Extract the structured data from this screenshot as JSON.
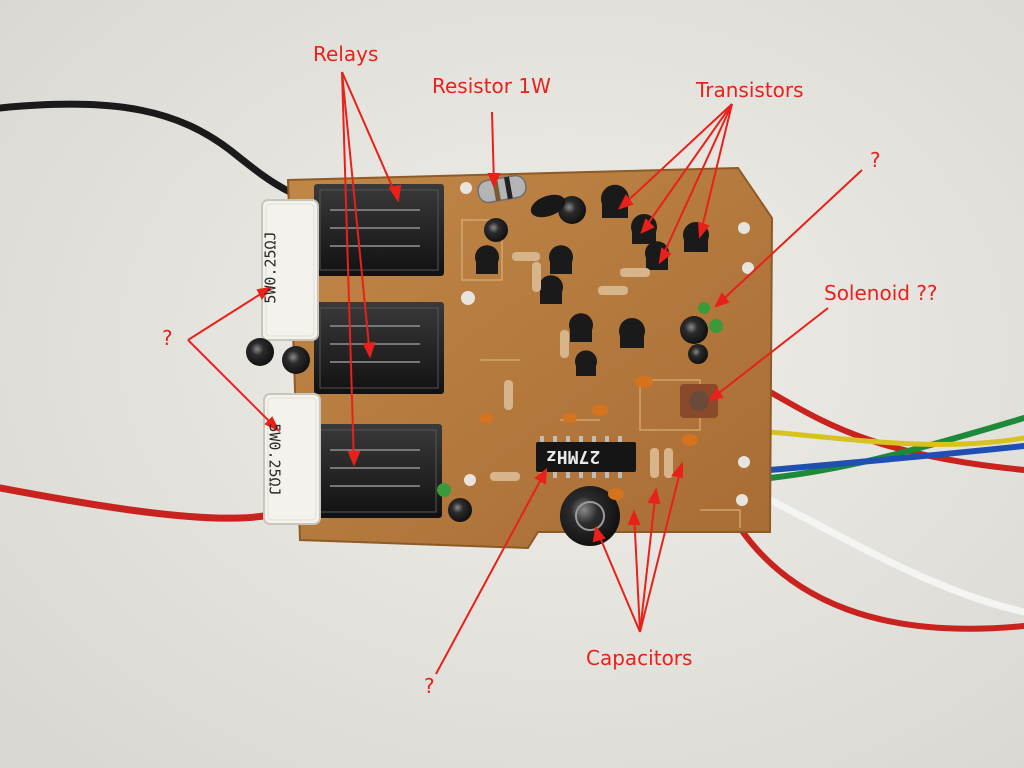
{
  "annotations": {
    "relays": "Relays",
    "resistor": "Resistor 1W",
    "transistors": "Transistors",
    "solenoid": "Solenoid ??",
    "capacitors": "Capacitors",
    "question_right": "?",
    "question_left": "?",
    "question_bottom": "?"
  },
  "board_markings": {
    "crystal": "27MHz",
    "resistor_top": "5W0.25ΩJ",
    "resistor_bottom": "5W0.25ΩJ"
  },
  "colors": {
    "annotation": "#e8211a",
    "pcb": "#b87a3e",
    "background": "#ebe9e4"
  }
}
